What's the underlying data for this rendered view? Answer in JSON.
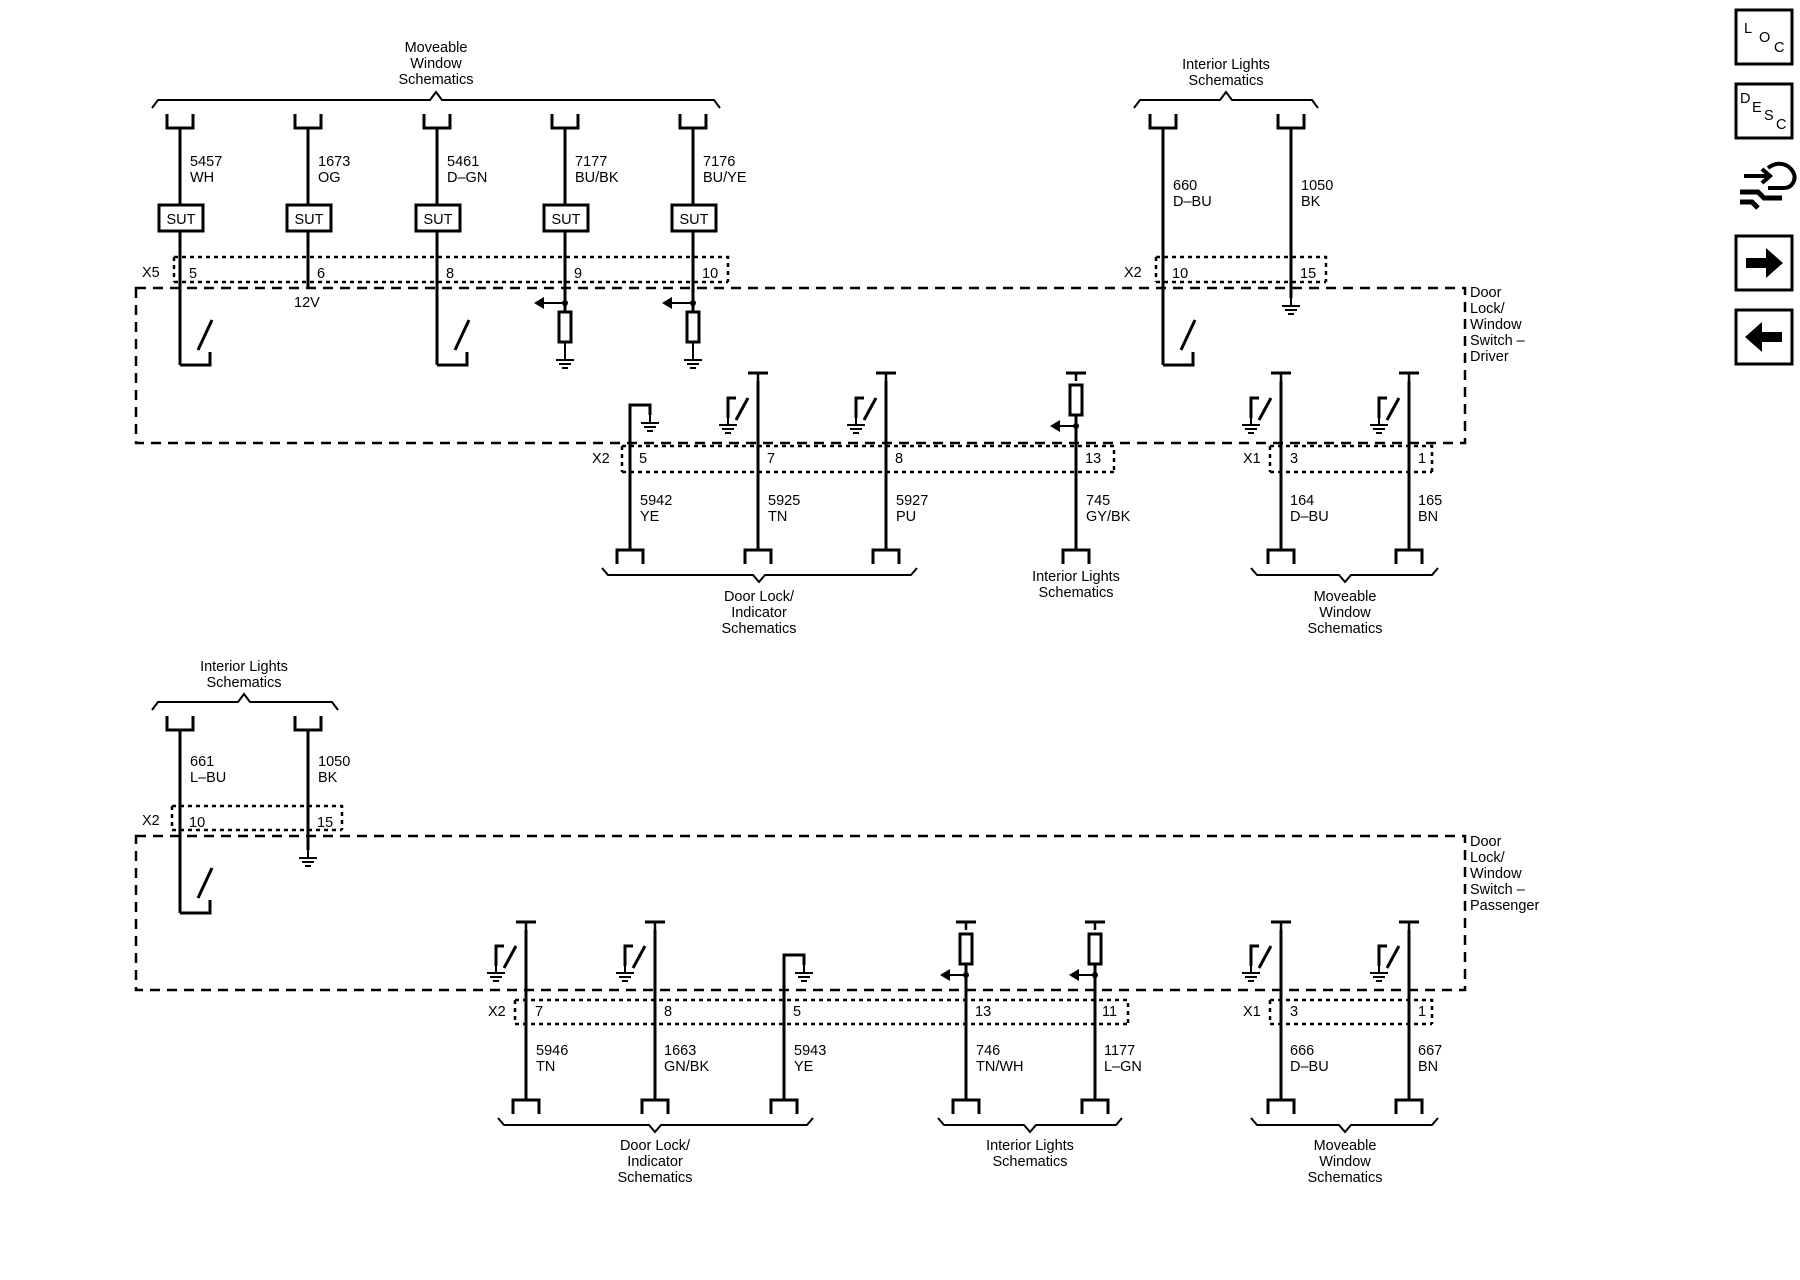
{
  "nav": {
    "loc": [
      "L",
      "O",
      "C"
    ],
    "desc": [
      "D",
      "E",
      "S",
      "C"
    ],
    "handshake_icon": "handshake-icon",
    "next_icon": "arrow-right-icon",
    "prev_icon": "arrow-left-icon"
  },
  "driver": {
    "box_label": [
      "Door",
      "Lock/",
      "Window",
      "Switch –",
      "Driver"
    ],
    "top_left_group": [
      "Moveable",
      "Window",
      "Schematics"
    ],
    "top_right_group": [
      "Interior Lights",
      "Schematics"
    ],
    "top_wires": [
      {
        "circuit": "5457",
        "color": "WH",
        "cavity": "5",
        "fuse": "SUT"
      },
      {
        "circuit": "1673",
        "color": "OG",
        "cavity": "6",
        "fuse": "SUT",
        "note": "12V"
      },
      {
        "circuit": "5461",
        "color": "D–GN",
        "cavity": "8",
        "fuse": "SUT"
      },
      {
        "circuit": "7177",
        "color": "BU/BK",
        "cavity": "9",
        "fuse": "SUT"
      },
      {
        "circuit": "7176",
        "color": "BU/YE",
        "cavity": "10",
        "fuse": "SUT"
      },
      {
        "circuit": "660",
        "color": "D–BU",
        "cavity": "10"
      },
      {
        "circuit": "1050",
        "color": "BK",
        "cavity": "15"
      }
    ],
    "top_conn_left": "X5",
    "top_conn_right": "X2",
    "bottom_conn_left": "X2",
    "bottom_conn_right": "X1",
    "bottom_wires": [
      {
        "circuit": "5942",
        "color": "YE",
        "cavity": "5"
      },
      {
        "circuit": "5925",
        "color": "TN",
        "cavity": "7"
      },
      {
        "circuit": "5927",
        "color": "PU",
        "cavity": "8"
      },
      {
        "circuit": "745",
        "color": "GY/BK",
        "cavity": "13"
      },
      {
        "circuit": "164",
        "color": "D–BU",
        "cavity": "3"
      },
      {
        "circuit": "165",
        "color": "BN",
        "cavity": "1"
      }
    ],
    "bottom_group_1": [
      "Door Lock/",
      "Indicator",
      "Schematics"
    ],
    "bottom_group_2": [
      "Interior Lights",
      "Schematics"
    ],
    "bottom_group_3": [
      "Moveable",
      "Window",
      "Schematics"
    ]
  },
  "passenger": {
    "box_label": [
      "Door",
      "Lock/",
      "Window",
      "Switch –",
      "Passenger"
    ],
    "top_group": [
      "Interior Lights",
      "Schematics"
    ],
    "top_conn": "X2",
    "top_wires": [
      {
        "circuit": "661",
        "color": "L–BU",
        "cavity": "10"
      },
      {
        "circuit": "1050",
        "color": "BK",
        "cavity": "15"
      }
    ],
    "bottom_conn_left": "X2",
    "bottom_conn_right": "X1",
    "bottom_wires": [
      {
        "circuit": "5946",
        "color": "TN",
        "cavity": "7"
      },
      {
        "circuit": "1663",
        "color": "GN/BK",
        "cavity": "8"
      },
      {
        "circuit": "5943",
        "color": "YE",
        "cavity": "5"
      },
      {
        "circuit": "746",
        "color": "TN/WH",
        "cavity": "13"
      },
      {
        "circuit": "1177",
        "color": "L–GN",
        "cavity": "11"
      },
      {
        "circuit": "666",
        "color": "D–BU",
        "cavity": "3"
      },
      {
        "circuit": "667",
        "color": "BN",
        "cavity": "1"
      }
    ],
    "bottom_group_1": [
      "Door Lock/",
      "Indicator",
      "Schematics"
    ],
    "bottom_group_2": [
      "Interior Lights",
      "Schematics"
    ],
    "bottom_group_3": [
      "Moveable",
      "Window",
      "Schematics"
    ]
  }
}
